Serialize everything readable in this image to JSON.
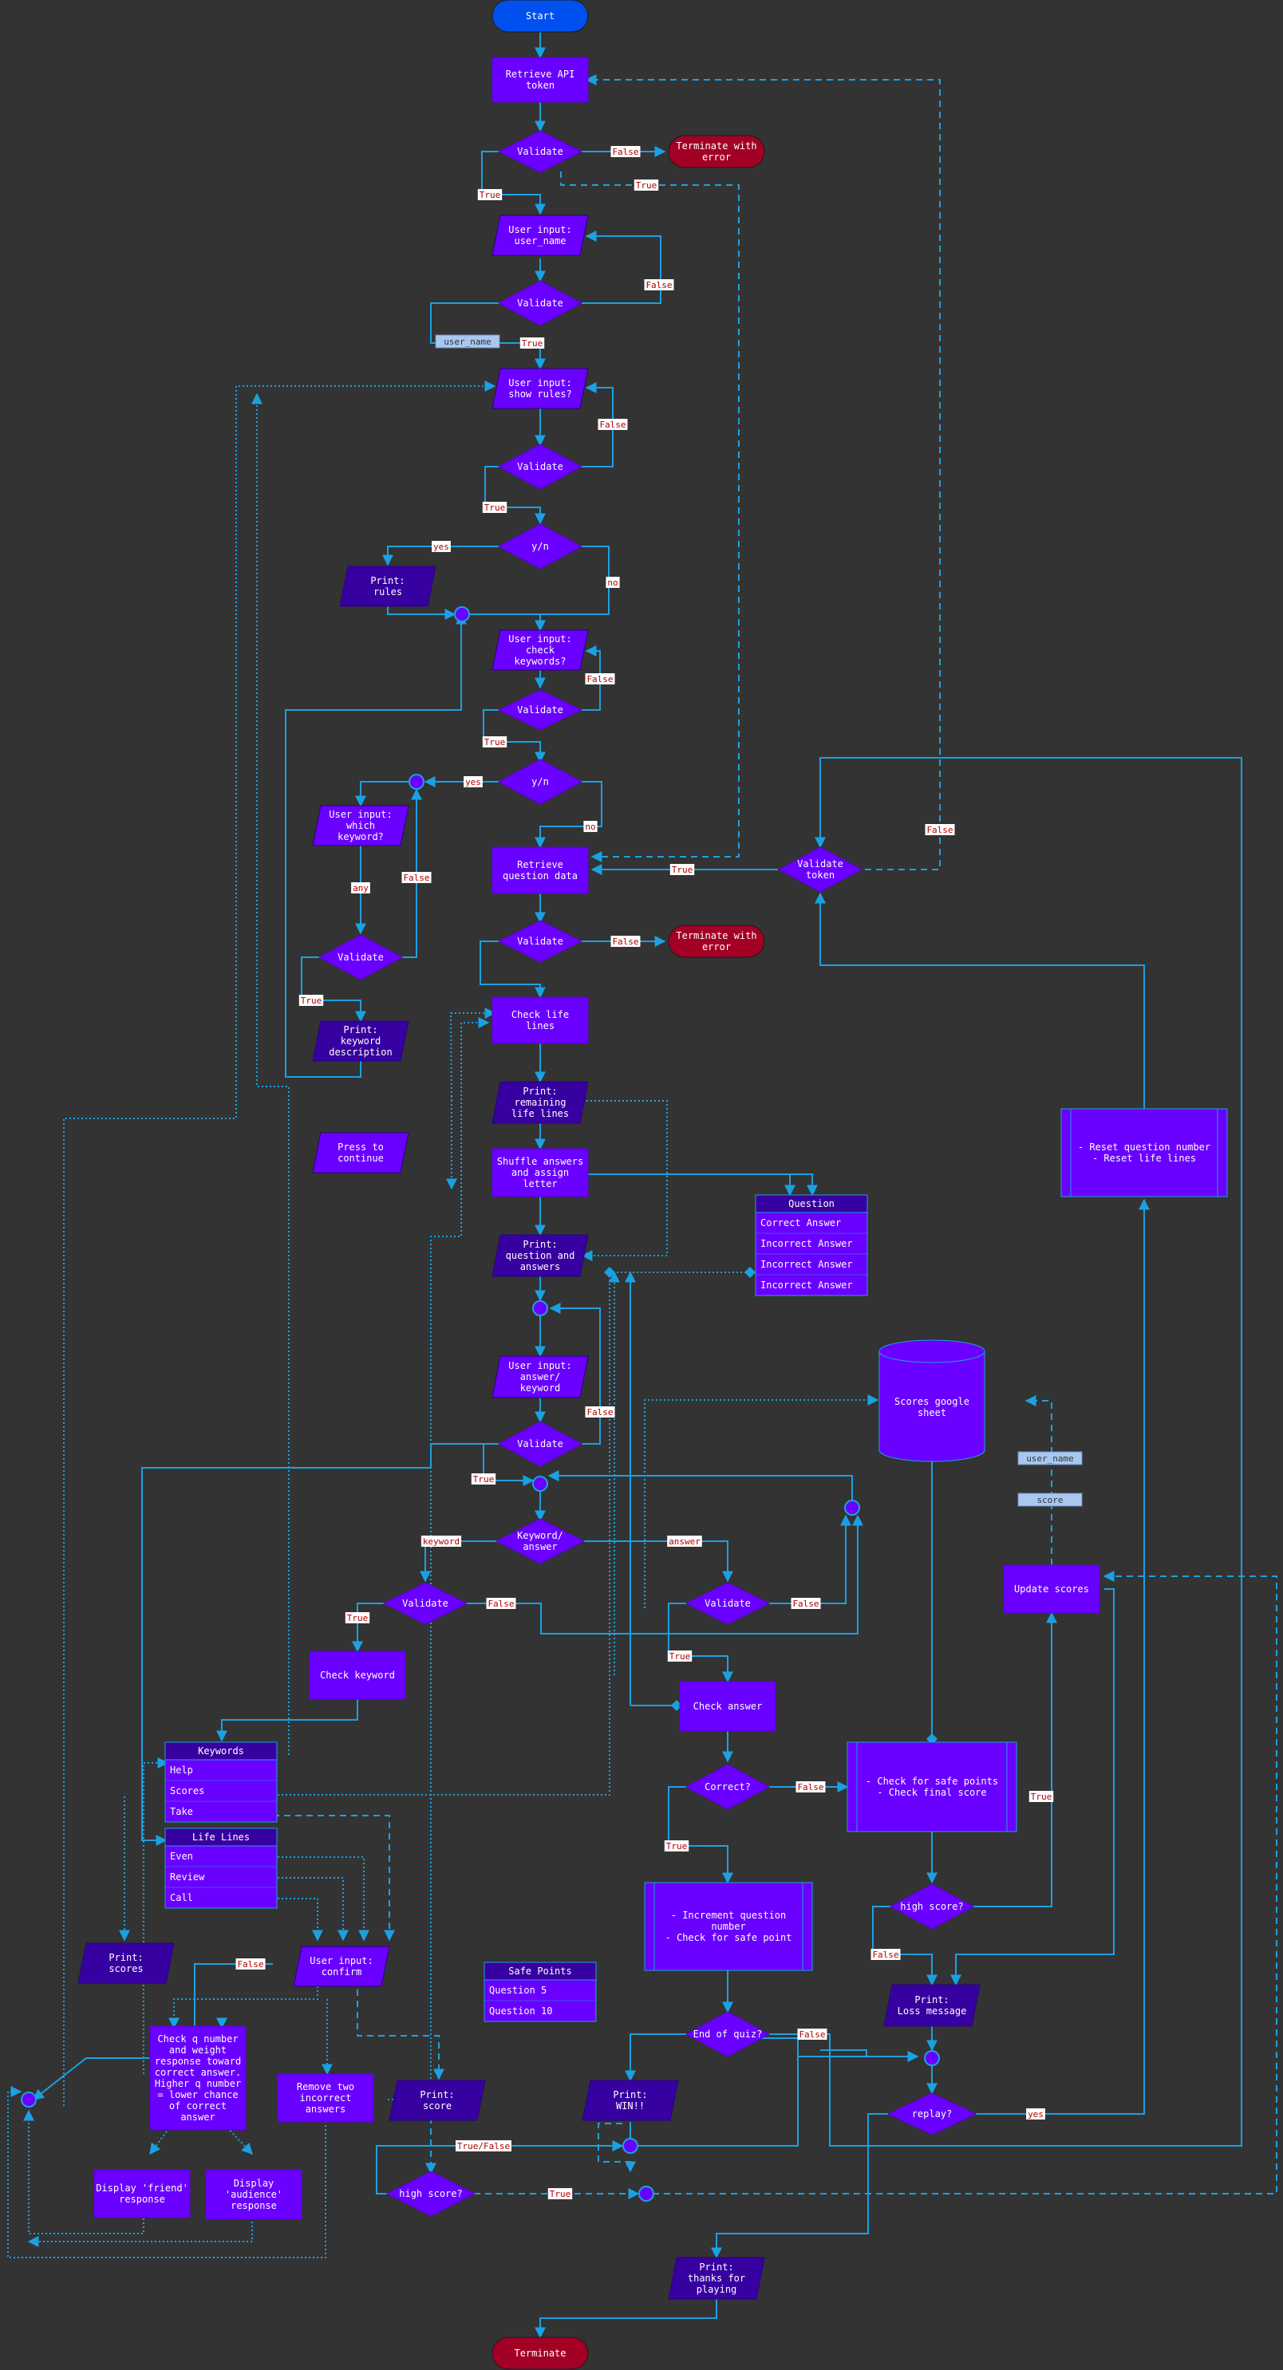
{
  "colors": {
    "background": "#333333",
    "process": "#6a00ff",
    "io": "#3700a0",
    "terminal_start": "#0050ef",
    "terminal_end": "#a20025",
    "connector": "#1ba1e2",
    "edge_label_bg": "#ffffff",
    "edge_label_text": "#b00000",
    "variable": "#a8c8f0"
  },
  "nodes": {
    "start": "Start",
    "retrieve_token": "Retrieve API\ntoken",
    "validate_token1": "Validate",
    "terminate_error1": "Terminate with\nerror",
    "input_username": "User input:\nuser_name",
    "validate_username": "Validate",
    "var_username1": "user_name",
    "input_show_rules": "User input:\nshow rules?",
    "validate_rules": "Validate",
    "yn_rules": "y/n",
    "print_rules": "Print:\nrules",
    "input_check_keywords": "User input:\ncheck\nkeywords?",
    "validate_keywords": "Validate",
    "yn_keywords": "y/n",
    "input_which_keyword": "User input:\nwhich\nkeyword?",
    "validate_which": "Validate",
    "print_keyword_desc": "Print:\nkeyword\ndescription",
    "press_continue": "Press to\ncontinue",
    "retrieve_question": "Retrieve\nquestion data",
    "validate_token2": "Validate\ntoken",
    "validate_question": "Validate",
    "terminate_error2": "Terminate with\nerror",
    "check_lifelines": "Check life\nlines",
    "print_lifelines": "Print:\nremaining\nlife lines",
    "shuffle": "Shuffle answers\nand assign\nletter",
    "print_question": "Print:\nquestion and\nanswers",
    "input_answer": "User input:\nanswer/\nkeyword",
    "validate_answer": "Validate",
    "keyword_or_answer": "Keyword/\nanswer",
    "validate_kw": "Validate",
    "validate_ans": "Validate",
    "check_keyword": "Check keyword",
    "check_answer": "Check answer",
    "correct": "Correct?",
    "increment": "- Increment question\nnumber\n- Check for safe point",
    "safe_check": "- Check for safe points\n- Check final score",
    "end_quiz": "End of quiz?",
    "print_win": "Print:\nWIN!!",
    "print_loss": "Print:\nLoss message",
    "high_score1": "high score?",
    "update_scores": "Update scores",
    "scores_sheet": "Scores google\nsheet",
    "var_username2": "user_name",
    "var_score": "score",
    "reset": "- Reset question number\n- Reset life lines",
    "replay": "replay?",
    "print_thanks": "Print:\nthanks for\nplaying",
    "terminate": "Terminate",
    "print_scores": "Print:\nscores",
    "input_confirm": "User input:\nconfirm",
    "check_q_number": "Check q number\nand weight\nresponse toward\ncorrect answer.\nHigher q number\n= lower chance\nof correct\nanswer",
    "remove_two": "Remove two\nincorrect\nanswers",
    "print_score": "Print:\nscore",
    "high_score2": "high score?",
    "friend_response": "Display 'friend'\nresponse",
    "audience_response": "Display\n'audience'\nresponse"
  },
  "tables": {
    "question": {
      "title": "Question",
      "rows": [
        "Correct Answer",
        "Incorrect Answer",
        "Incorrect Answer",
        "Incorrect Answer"
      ]
    },
    "keywords": {
      "title": "Keywords",
      "rows": [
        "Help",
        "Scores",
        "Take"
      ]
    },
    "lifelines": {
      "title": "Life Lines",
      "rows": [
        "Even",
        "Review",
        "Call"
      ]
    },
    "safe_points": {
      "title": "Safe Points",
      "rows": [
        "Question 5",
        "Question 10"
      ]
    }
  },
  "edge_labels": {
    "false_terminate1": "False",
    "true_token1": "True",
    "true_token1b": "True",
    "false_username": "False",
    "true_username": "True",
    "false_rules": "False",
    "true_rules": "True",
    "yes_rules": "yes",
    "no_rules": "no",
    "false_keywords": "False",
    "true_keywords": "True",
    "yes_keywords": "yes",
    "no_keywords": "no",
    "any": "any",
    "false_which": "False",
    "true_which": "True",
    "false_token2": "False",
    "true_token2": "True",
    "false_question": "False",
    "false_answer": "False",
    "true_answer": "True",
    "keyword": "keyword",
    "answer": "answer",
    "false_kw": "False",
    "true_kw": "True",
    "false_ans": "False",
    "true_ans": "True",
    "false_correct": "False",
    "true_correct": "True",
    "false_end": "False",
    "true_high": "True",
    "false_high": "False",
    "yes_replay": "yes",
    "false_confirm": "False",
    "truefalse": "True/False",
    "true_high2": "True"
  }
}
